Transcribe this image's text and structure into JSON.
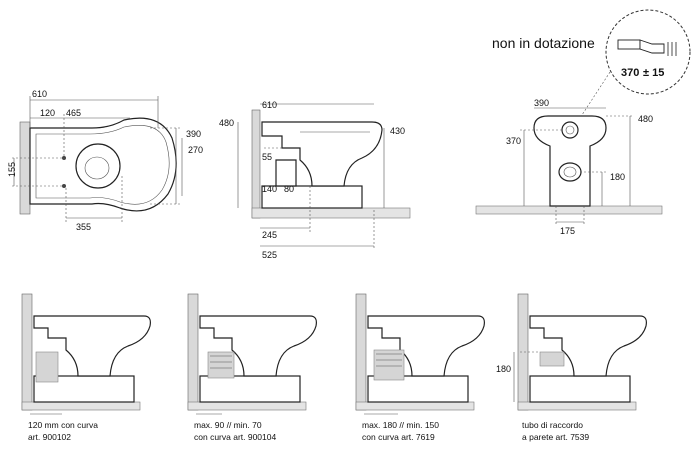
{
  "note": {
    "text": "non in dotazione",
    "pipe_length": "370",
    "pipe_tolerance": "± 15"
  },
  "top_view": {
    "d610": "610",
    "d120": "120",
    "d465": "465",
    "d390": "390",
    "d270": "270",
    "d155": "155",
    "d355": "355"
  },
  "side_view": {
    "d610": "610",
    "d480": "480",
    "d430": "430",
    "d55": "55",
    "d140": "140",
    "d80": "80",
    "d245": "245",
    "d525": "525"
  },
  "front_view": {
    "d390": "390",
    "d480": "480",
    "d370": "370",
    "d180": "180",
    "d175": "175"
  },
  "variants": [
    {
      "line1": "120 mm con curva",
      "line2": "art. 900102"
    },
    {
      "line1": "max. 90 // min. 70",
      "line2": "con curva art. 900104"
    },
    {
      "line1": "max. 180 // min. 150",
      "line2": "con curva art. 7619"
    },
    {
      "line1": "tubo di raccordo",
      "line2": "a parete art. 7539"
    }
  ],
  "variant4_dim": "180"
}
